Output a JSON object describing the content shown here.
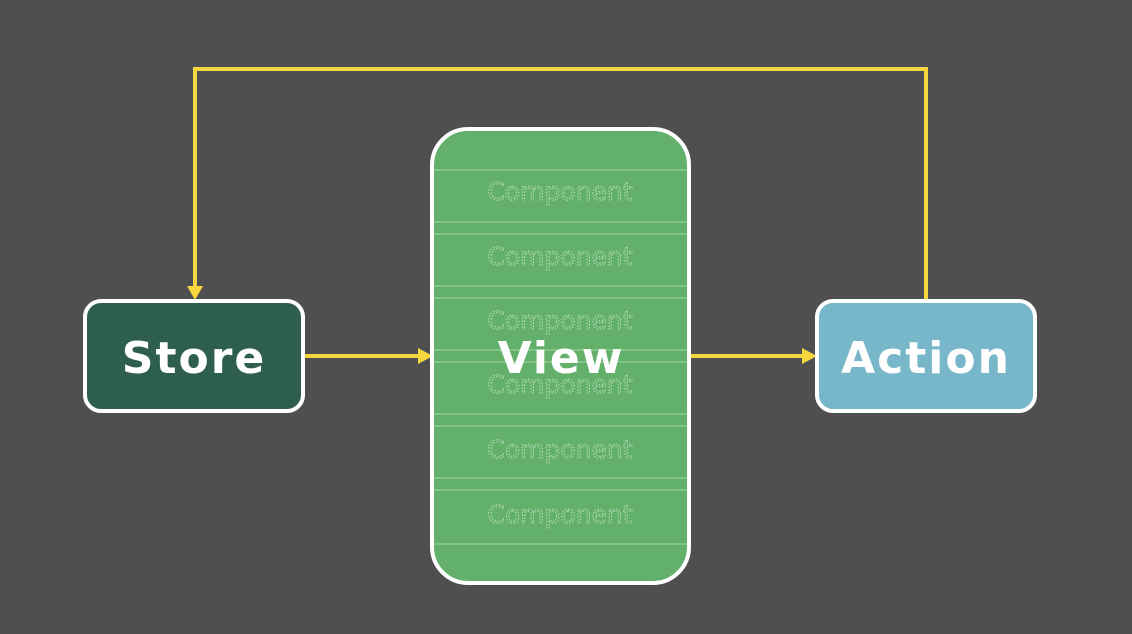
{
  "nodes": {
    "store": {
      "label": "Store",
      "color": "#2e5e4f"
    },
    "view": {
      "label": "View",
      "color": "#62b06a",
      "components": [
        "Component",
        "Component",
        "Component",
        "Component",
        "Component",
        "Component"
      ]
    },
    "action": {
      "label": "Action",
      "color": "#78b6c9"
    }
  },
  "colors": {
    "background": "#4f4e51",
    "arrow": "#f5d63d",
    "border": "#ffffff"
  }
}
